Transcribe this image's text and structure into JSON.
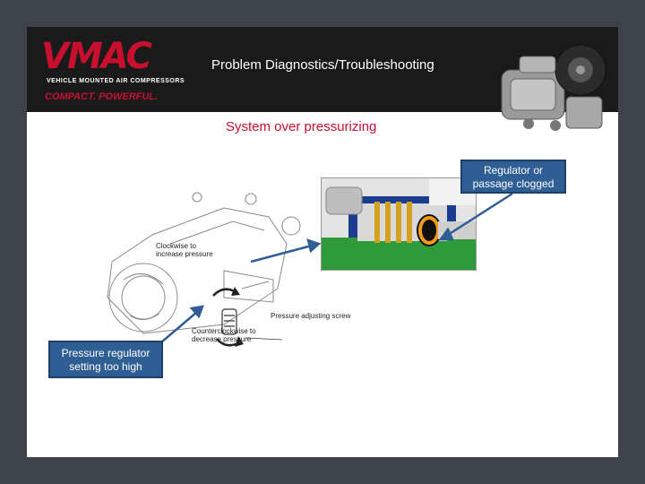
{
  "logo": {
    "brand": "VMAC",
    "subtitle": "VEHICLE MOUNTED AIR COMPRESSORS",
    "tagline": "COMPACT. POWERFUL."
  },
  "header": {
    "title": "Problem Diagnostics/Troubleshooting"
  },
  "main": {
    "subtitle": "System over pressurizing",
    "callout_right": [
      "Regulator or",
      "passage clogged"
    ],
    "callout_left": [
      "Pressure regulator",
      "setting too high"
    ],
    "drawing_labels": {
      "clockwise": [
        "Clockwise to",
        "increase pressure"
      ],
      "screw": "Pressure adjusting screw",
      "counter": [
        "Counterclockwise to",
        "decrease pressure"
      ]
    }
  },
  "colors": {
    "background": "#3d4349",
    "banner": "#1a1a1a",
    "accent": "#c8102e",
    "callout": "#2f5e94"
  }
}
